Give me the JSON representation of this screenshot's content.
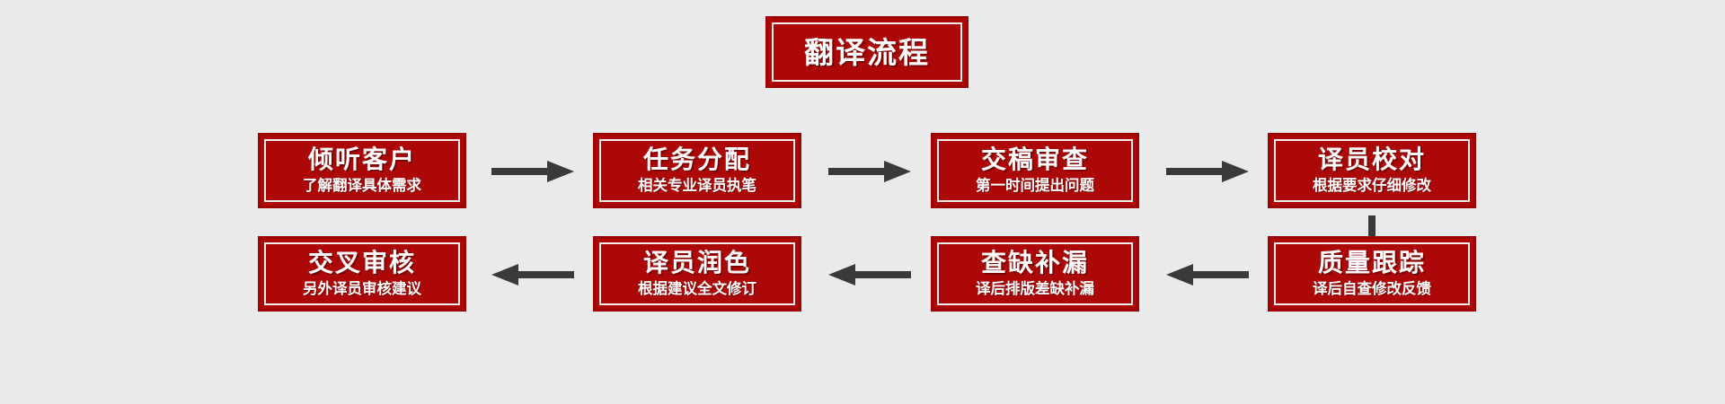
{
  "diagram": {
    "title": "翻译流程",
    "background_color": "#eaeaea",
    "box_fill_color": "#ad0808",
    "box_border_color": "#9d0404",
    "box_inner_rule_color": "#f2eeec",
    "text_color": "#ffffff",
    "arrow_color": "#3a3a3a",
    "steps": [
      {
        "title": "倾听客户",
        "subtitle": "了解翻译具体需求"
      },
      {
        "title": "任务分配",
        "subtitle": "相关专业译员执笔"
      },
      {
        "title": "交稿审查",
        "subtitle": "第一时间提出问题"
      },
      {
        "title": "译员校对",
        "subtitle": "根据要求仔细修改"
      },
      {
        "title": "质量跟踪",
        "subtitle": "译后自查修改反馈"
      },
      {
        "title": "查缺补漏",
        "subtitle": "译后排版差缺补漏"
      },
      {
        "title": "译员润色",
        "subtitle": "根据建议全文修订"
      },
      {
        "title": "交叉审核",
        "subtitle": "另外译员审核建议"
      }
    ],
    "connectors": [
      {
        "name": "arrow-step1-to-step2",
        "direction": "right"
      },
      {
        "name": "arrow-step2-to-step3",
        "direction": "right"
      },
      {
        "name": "arrow-step3-to-step4",
        "direction": "right"
      },
      {
        "name": "arrow-step4-to-step5",
        "direction": "down"
      },
      {
        "name": "arrow-step5-to-step6",
        "direction": "left"
      },
      {
        "name": "arrow-step6-to-step7",
        "direction": "left"
      },
      {
        "name": "arrow-step7-to-step8",
        "direction": "left"
      }
    ]
  }
}
